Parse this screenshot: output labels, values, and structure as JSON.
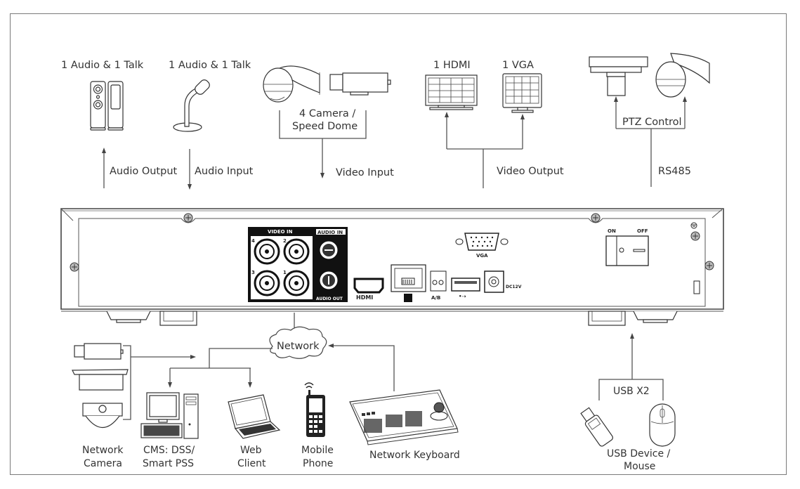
{
  "diagram": {
    "title": "NVR rear panel connection diagram",
    "top_devices": {
      "speaker": {
        "caption": "1 Audio  & 1 Talk",
        "connection": "Audio  Output",
        "direction": "up"
      },
      "microphone": {
        "caption": "1 Audio & 1 Talk",
        "connection": "Audio  Input",
        "direction": "down"
      },
      "cameras": {
        "caption_line1": "4  Camera /",
        "caption_line2": "Speed Dome",
        "connection": "Video Input",
        "direction": "down"
      },
      "monitors": {
        "hdmi_caption": "1 HDMI",
        "vga_caption": "1 VGA",
        "connection": "Video Output",
        "direction": "up"
      },
      "ptz": {
        "caption": "PTZ Control",
        "connection": "RS485",
        "direction": "up"
      }
    },
    "rear_panel": {
      "video_in_label": "VIDEO IN",
      "audio_in_label": "AUDIO IN",
      "audio_out_label": "AUDIO OUT",
      "video_channels": [
        "4",
        "2",
        "3",
        "1"
      ],
      "hdmi_label": "HDMI",
      "vga_label": "VGA",
      "rs485_label": "A/B",
      "power_label": "DC12V",
      "switch_on_label": "ON",
      "switch_off_label": "OFF"
    },
    "bottom_devices": {
      "network_label": "Network",
      "network_camera": {
        "line1": "Network",
        "line2": "Camera"
      },
      "cms": {
        "line1": "CMS: DSS/",
        "line2": "Smart PSS"
      },
      "web_client": {
        "line1": "Web",
        "line2": "Client"
      },
      "mobile_phone": {
        "line1": "Mobile",
        "line2": "Phone"
      },
      "network_keyboard": {
        "label": "Network Keyboard"
      },
      "usb": {
        "group_label": "USB X2",
        "line1": "USB Device /",
        "line2": "Mouse"
      }
    }
  }
}
